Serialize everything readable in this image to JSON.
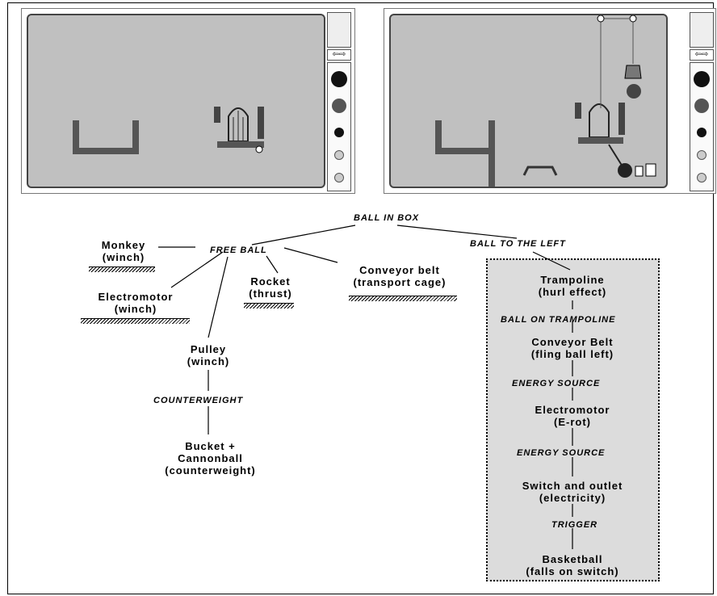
{
  "left_panel": {
    "arrows": "⇦⇨"
  },
  "right_panel": {
    "arrows": "⇦⇨"
  },
  "diagram": {
    "root": "BALL IN BOX",
    "free_ball": "FREE BALL",
    "ball_to_left": "BALL TO THE LEFT",
    "monkey": [
      "Monkey",
      "(winch)"
    ],
    "electromotor_left": [
      "Electromotor",
      "(winch)"
    ],
    "rocket": [
      "Rocket",
      "(thrust)"
    ],
    "conveyor_left": [
      "Conveyor belt",
      "(transport cage)"
    ],
    "pulley": [
      "Pulley",
      "(winch)"
    ],
    "counterweight": "COUNTERWEIGHT",
    "bucket": [
      "Bucket +",
      "Cannonball",
      "(counterweight)"
    ],
    "chain": {
      "trampoline": [
        "Trampoline",
        "(hurl effect)"
      ],
      "ball_on_trampoline": "BALL ON TRAMPOLINE",
      "conveyor": [
        "Conveyor Belt",
        "(fling ball left)"
      ],
      "energy1": "ENERGY SOURCE",
      "electromotor": [
        "Electromotor",
        "(E-rot)"
      ],
      "energy2": "ENERGY SOURCE",
      "switch": [
        "Switch and outlet",
        "(electricity)"
      ],
      "trigger": "TRIGGER",
      "basketball": [
        "Basketball",
        "(falls on switch)"
      ]
    }
  },
  "colors": {
    "playfield": "#c0c0c0",
    "dotted_box": "#dcdcdc"
  }
}
